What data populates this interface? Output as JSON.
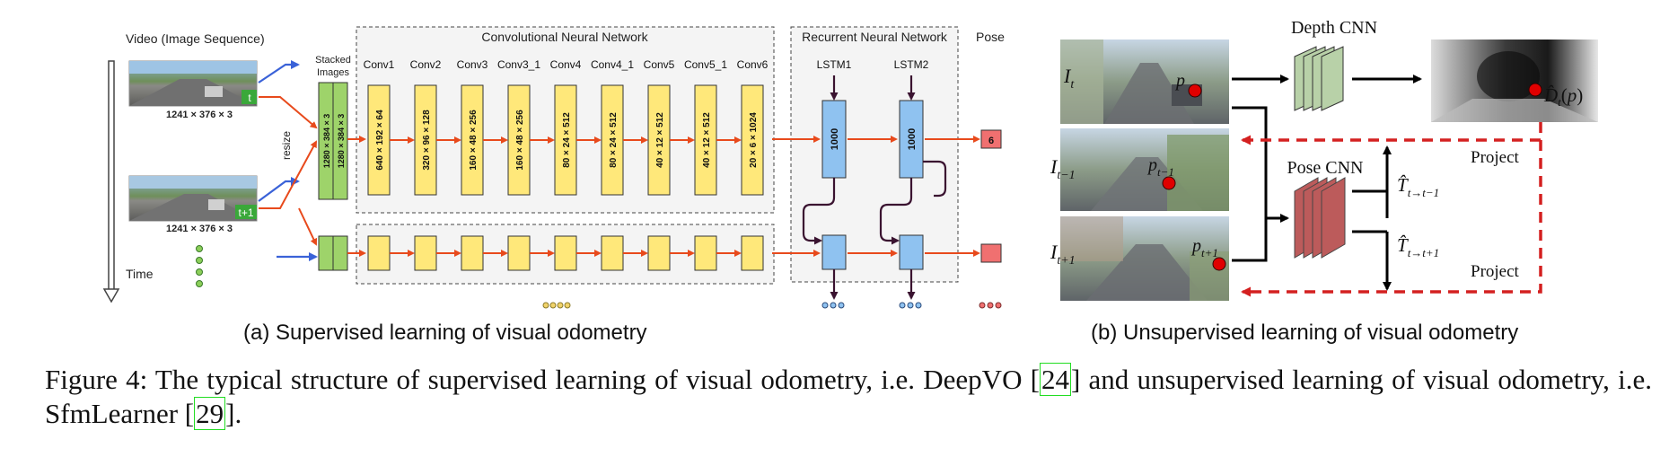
{
  "panel_a": {
    "video_label": "Video (Image Sequence)",
    "time_label": "Time",
    "frame_t_tag": "t",
    "frame_t1_tag": "t+1",
    "frame_dims": "1241 × 376 × 3",
    "resize_label": "resize",
    "stacked_label_1": "Stacked",
    "stacked_label_2": "Images",
    "stacked_dims": "1280 × 384 × 3",
    "cnn_title": "Convolutional Neural Network",
    "rnn_title": "Recurrent Neural Network",
    "pose_title": "Pose",
    "conv_layers": [
      {
        "name": "Conv1",
        "dims": "640 × 192 × 64"
      },
      {
        "name": "Conv2",
        "dims": "320 × 96 × 128"
      },
      {
        "name": "Conv3",
        "dims": "160 × 48 × 256"
      },
      {
        "name": "Conv3_1",
        "dims": "160 × 48 × 256"
      },
      {
        "name": "Conv4",
        "dims": "80 × 24 × 512"
      },
      {
        "name": "Conv4_1",
        "dims": "80 × 24 × 512"
      },
      {
        "name": "Conv5",
        "dims": "40 × 12 × 512"
      },
      {
        "name": "Conv5_1",
        "dims": "40 × 12 × 512"
      },
      {
        "name": "Conv6",
        "dims": "20 × 6 × 1024"
      }
    ],
    "lstm_layers": [
      {
        "name": "LSTM1",
        "units": "1000"
      },
      {
        "name": "LSTM2",
        "units": "1000"
      }
    ],
    "pose_value": "6",
    "colors": {
      "conv": "#ffe87a",
      "lstm": "#8fc2f0",
      "stack": "#9ed36a",
      "pose": "#f07070",
      "arrow": "#e84a1c",
      "blue_arrow": "#3a62d8"
    }
  },
  "panel_b": {
    "frame_labels": [
      "I_t",
      "I_{t-1}",
      "I_{t+1}"
    ],
    "point_labels": [
      "p",
      "p_{t-1}",
      "p_{t+1}"
    ],
    "depth_cnn": "Depth CNN",
    "pose_cnn": "Pose CNN",
    "depth_output": "D̂_t(p)",
    "pose_outputs": [
      "T̂_{t→t−1}",
      "T̂_{t→t+1}"
    ],
    "project_labels": [
      "Project",
      "Project"
    ],
    "colors": {
      "depth_cnn": "#b8d1a8",
      "pose_cnn": "#b54a4a",
      "dashed": "#d42020",
      "point": "#e00000"
    }
  },
  "subcaptions": {
    "a": "(a)    Supervised learning of visual odometry",
    "b": "(b)    Unsupervised learning of visual odometry"
  },
  "caption": {
    "text_1": "Figure 4: The typical structure of supervised learning of visual odometry, i.e. DeepVO ",
    "cite_1": "24",
    "text_2": " and unsupervised learning of visual odometry, i.e. SfmLearner ",
    "cite_2": "29",
    "text_3": "."
  }
}
